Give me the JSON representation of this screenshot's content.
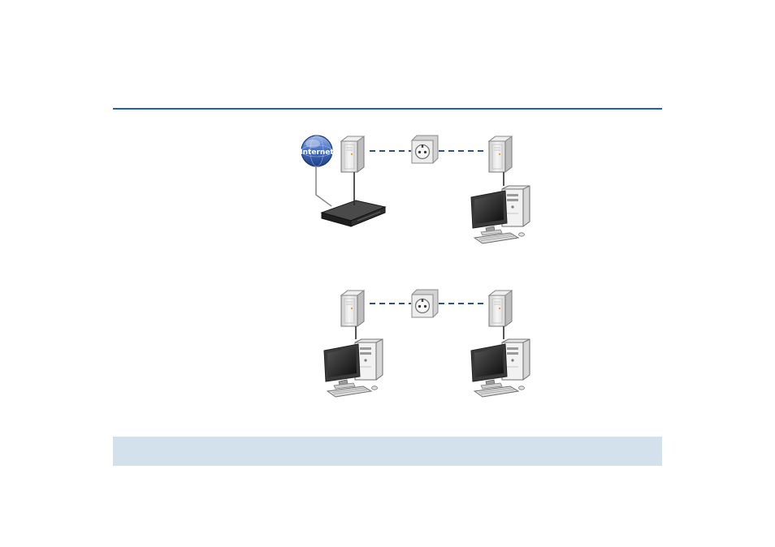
{
  "colors": {
    "rule": "#1f5fb4",
    "footer_band": "#d3e1ed",
    "link_dash": "#2d4f8a",
    "globe": "#3b63b8",
    "adapter": "#e6e6e6",
    "router": "#2b2b2b",
    "monitor_screen": "#1a1a1a"
  },
  "internet": {
    "label": "Internet",
    "icon": "globe-icon"
  },
  "scenes": [
    {
      "left": {
        "device": "router",
        "icons": [
          "powerline-adapter-icon",
          "router-icon"
        ]
      },
      "middle": {
        "icon": "wall-socket-icon"
      },
      "right": {
        "device": "computer",
        "icons": [
          "powerline-adapter-icon",
          "desktop-computer-icon"
        ]
      }
    },
    {
      "left": {
        "device": "computer",
        "icons": [
          "powerline-adapter-icon",
          "desktop-computer-icon"
        ]
      },
      "middle": {
        "icon": "wall-socket-icon"
      },
      "right": {
        "device": "computer",
        "icons": [
          "powerline-adapter-icon",
          "desktop-computer-icon"
        ]
      }
    }
  ]
}
